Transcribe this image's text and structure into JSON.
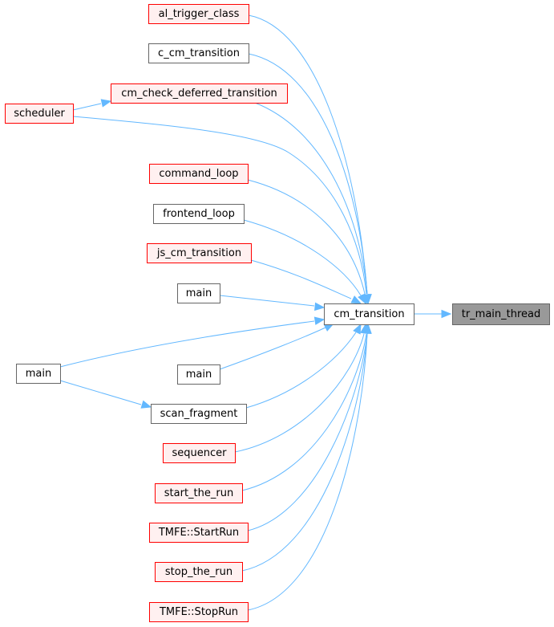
{
  "colors": {
    "edge": "#63b8ff",
    "incomplete_border": "#ff0000",
    "incomplete_fill": "#fff0f0",
    "complete_border": "#666666",
    "complete_fill": "#ffffff",
    "focus_border": "#666666",
    "focus_fill": "#999999"
  },
  "nodes": [
    {
      "id": "al_trigger_class",
      "label": "al_trigger_class",
      "style": "incomplete"
    },
    {
      "id": "c_cm_transition",
      "label": "c_cm_transition",
      "style": "complete"
    },
    {
      "id": "cm_check_deferred_transition",
      "label": "cm_check_deferred_transition",
      "style": "incomplete"
    },
    {
      "id": "scheduler",
      "label": "scheduler",
      "style": "incomplete"
    },
    {
      "id": "command_loop",
      "label": "command_loop",
      "style": "incomplete"
    },
    {
      "id": "frontend_loop",
      "label": "frontend_loop",
      "style": "complete"
    },
    {
      "id": "js_cm_transition",
      "label": "js_cm_transition",
      "style": "incomplete"
    },
    {
      "id": "main_a",
      "label": "main",
      "style": "complete"
    },
    {
      "id": "cm_transition",
      "label": "cm_transition",
      "style": "complete"
    },
    {
      "id": "tr_main_thread",
      "label": "tr_main_thread",
      "style": "focus"
    },
    {
      "id": "main_left",
      "label": "main",
      "style": "complete"
    },
    {
      "id": "main_b",
      "label": "main",
      "style": "complete"
    },
    {
      "id": "scan_fragment",
      "label": "scan_fragment",
      "style": "complete"
    },
    {
      "id": "sequencer",
      "label": "sequencer",
      "style": "incomplete"
    },
    {
      "id": "start_the_run",
      "label": "start_the_run",
      "style": "incomplete"
    },
    {
      "id": "TMFE_StartRun",
      "label": "TMFE::StartRun",
      "style": "incomplete"
    },
    {
      "id": "stop_the_run",
      "label": "stop_the_run",
      "style": "incomplete"
    },
    {
      "id": "TMFE_StopRun",
      "label": "TMFE::StopRun",
      "style": "incomplete"
    }
  ],
  "edges": [
    {
      "from": "cm_transition",
      "to": "tr_main_thread"
    },
    {
      "from": "al_trigger_class",
      "to": "cm_transition"
    },
    {
      "from": "c_cm_transition",
      "to": "cm_transition"
    },
    {
      "from": "cm_check_deferred_transition",
      "to": "cm_transition"
    },
    {
      "from": "scheduler",
      "to": "cm_check_deferred_transition"
    },
    {
      "from": "scheduler",
      "to": "cm_transition"
    },
    {
      "from": "command_loop",
      "to": "cm_transition"
    },
    {
      "from": "frontend_loop",
      "to": "cm_transition"
    },
    {
      "from": "js_cm_transition",
      "to": "cm_transition"
    },
    {
      "from": "main_a",
      "to": "cm_transition"
    },
    {
      "from": "main_left",
      "to": "cm_transition"
    },
    {
      "from": "main_left",
      "to": "scan_fragment"
    },
    {
      "from": "main_b",
      "to": "cm_transition"
    },
    {
      "from": "scan_fragment",
      "to": "cm_transition"
    },
    {
      "from": "sequencer",
      "to": "cm_transition"
    },
    {
      "from": "start_the_run",
      "to": "cm_transition"
    },
    {
      "from": "TMFE_StartRun",
      "to": "cm_transition"
    },
    {
      "from": "stop_the_run",
      "to": "cm_transition"
    },
    {
      "from": "TMFE_StopRun",
      "to": "cm_transition"
    }
  ]
}
